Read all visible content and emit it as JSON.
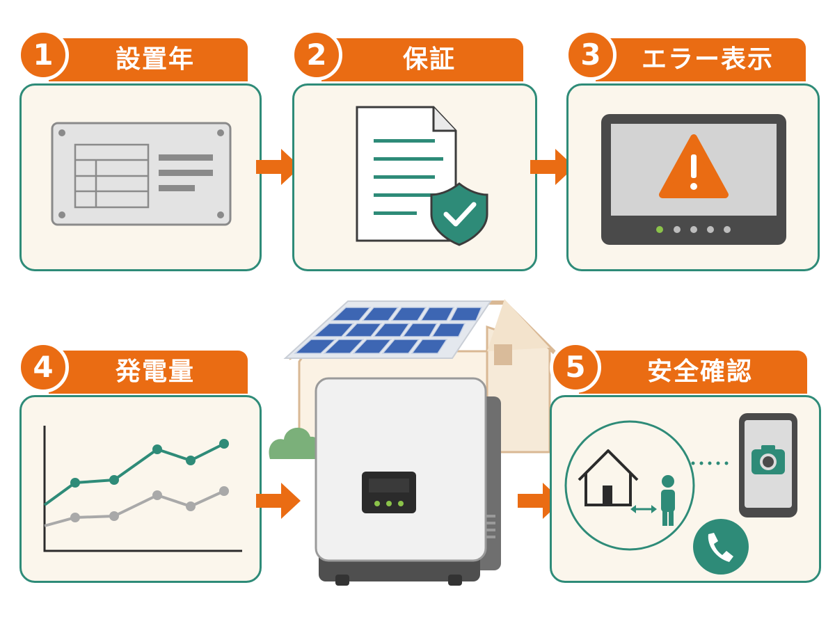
{
  "steps": [
    {
      "number": "1",
      "title": "設置年"
    },
    {
      "number": "2",
      "title": "保証"
    },
    {
      "number": "3",
      "title": "エラー表示"
    },
    {
      "number": "4",
      "title": "発電量"
    },
    {
      "number": "5",
      "title": "安全確認"
    }
  ],
  "icons": [
    "nameplate-icon",
    "warranty-document-icon",
    "shield-check-icon",
    "warning-display-icon",
    "line-graph-icon",
    "house-solar-panel-icon",
    "inverter-icon",
    "house-icon",
    "person-icon",
    "smartphone-camera-icon",
    "phone-call-icon"
  ],
  "colors": {
    "accent": "#ea6c13",
    "teal": "#2e8b78",
    "card_bg": "#fbf6ec",
    "green_dot": "#8bc34a"
  }
}
